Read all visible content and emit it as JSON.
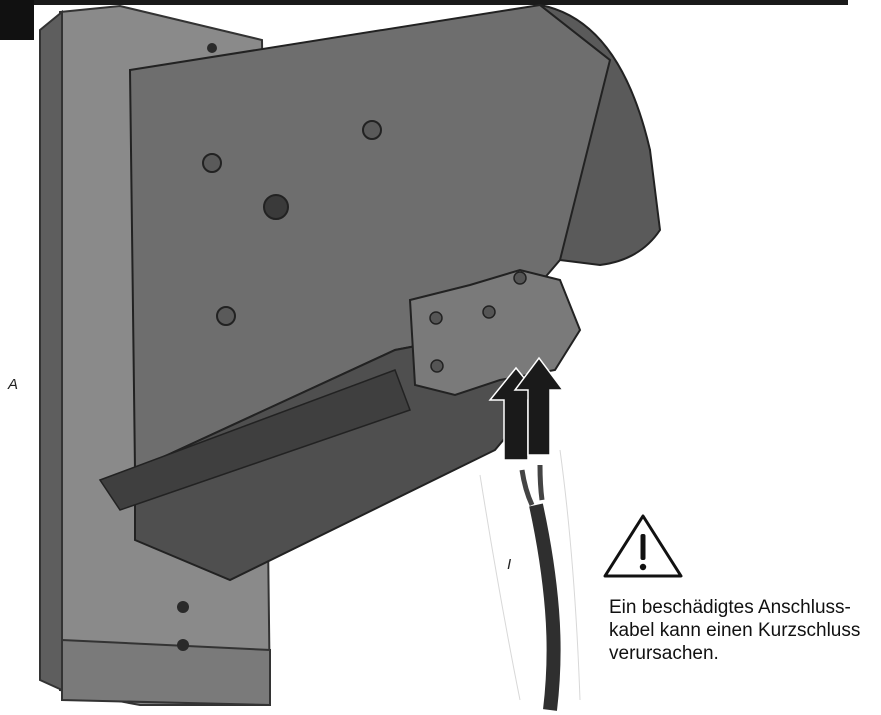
{
  "labels": {
    "device": "A",
    "cable": "I"
  },
  "warning": {
    "icon": "warning-triangle-icon",
    "lines": [
      "Ein beschädigtes Anschluss-",
      "kabel kann einen Kurzschluss",
      "verursachen."
    ]
  },
  "colors": {
    "device_dark": "#5a5a5a",
    "device_mid": "#6e6e6e",
    "device_light": "#8a8a8a",
    "arrow": "#1a1a1a"
  }
}
